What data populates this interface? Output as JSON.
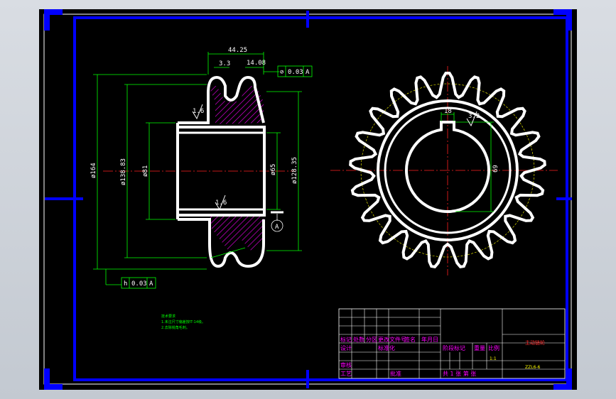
{
  "dimensions": {
    "width_overall": "44.25",
    "groove": "3.3",
    "tooth_width": "14.08",
    "dia_tip": "ø164",
    "dia_root": "ø138.83",
    "dia_hub": "ø81",
    "dia_bore": "ø65",
    "dia_right": "ø128.35",
    "key_width": "18",
    "key_depth": "69",
    "roughness_a": "1.6",
    "roughness_b": "1.6",
    "roughness_c": "3.2"
  },
  "tolerance_frames": {
    "upper": [
      "0.03",
      "A"
    ],
    "lower": [
      "0.03",
      "A"
    ],
    "upper_symbol": "⊘",
    "lower_symbol": "h"
  },
  "datum_label": "A",
  "notes": {
    "title": "技术要求",
    "lines": [
      "1.未注尺寸偏差按IT-14级。",
      "2.去除锐角毛刺。"
    ]
  },
  "title_block": {
    "header_row": [
      "标记",
      "处数",
      "分区",
      "更改文件号",
      "签名",
      "年月日"
    ],
    "row_design": [
      "设计",
      "标准化"
    ],
    "row_check": [
      "审核"
    ],
    "row_process": [
      "工艺",
      "批准"
    ],
    "stage_labels": [
      "阶段标记",
      "重量",
      "比例"
    ],
    "scale": "1:1",
    "sheet": "共 1 张 第 张",
    "part_name": "主动链轮",
    "drawing_no": "ZZL6-6"
  },
  "colors": {
    "frame_blue": "#0000ff",
    "dim_green": "#00ff00",
    "center_red": "#ff2020",
    "outline_white": "#ffffff",
    "hatch_magenta": "#ff00ff",
    "pitch_yellow": "#ffff00"
  }
}
